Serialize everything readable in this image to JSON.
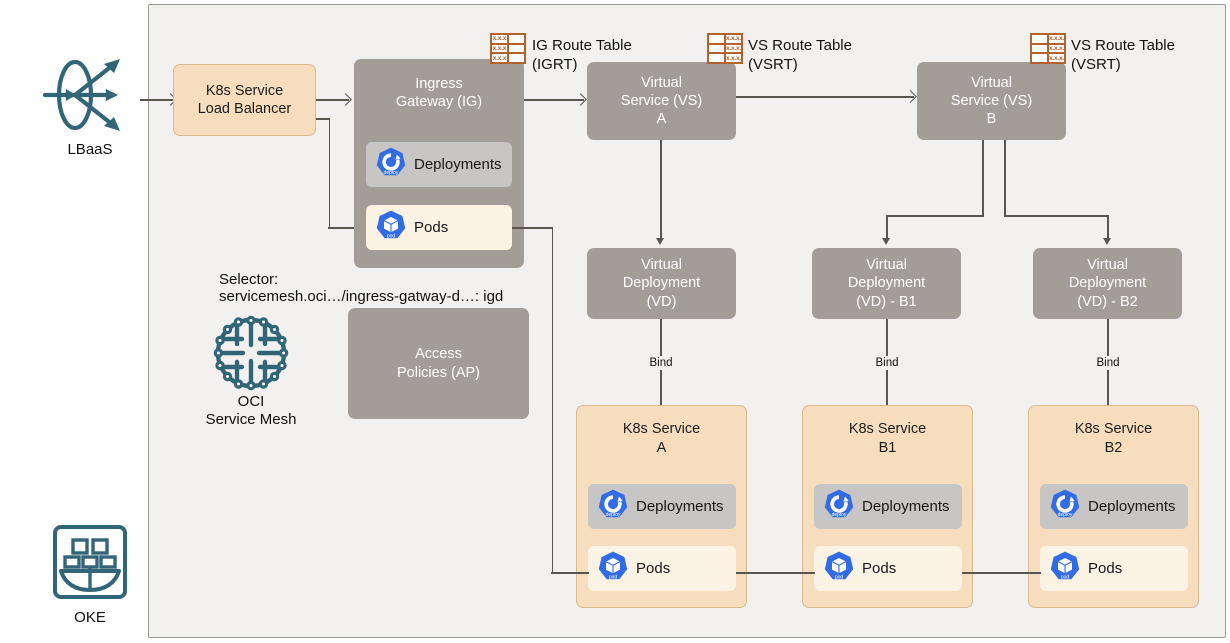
{
  "diagram": {
    "title": "OCI Service Mesh on OKE ingress architecture",
    "colors": {
      "canvas": "#ffffff",
      "cluster_fill": "#f2f1ef",
      "cluster_border": "#9d9892",
      "gray_box": "#a39d97",
      "tan_box": "#f6ddbd",
      "tan_border": "#d9b98e",
      "deploy_pill": "#c8c6c4",
      "pods_pill": "#fdf3e4",
      "line": "#58564f",
      "route_table_accent": "#b1622d",
      "k8s_blue": "#326ce5",
      "teal_icon": "#336579"
    }
  },
  "external": {
    "lbaas": {
      "label": "LBaaS",
      "icon": "load-balancer-icon"
    },
    "oke": {
      "label": "OKE",
      "icon": "oke-ship-icon"
    }
  },
  "mesh": {
    "icon": "oci-service-mesh-icon",
    "label_line1": "OCI",
    "label_line2": "Service Mesh",
    "selector_line1": "Selector:",
    "selector_line2": "servicemesh.oci…/ingress-gatway-d…: igd"
  },
  "load_balancer": {
    "line1": "K8s Service",
    "line2": "Load Balancer"
  },
  "ingress_gateway": {
    "line1": "Ingress",
    "line2": "Gateway (IG)",
    "deployments_label": "Deployments",
    "pods_label": "Pods"
  },
  "access_policies": {
    "line1": "Access",
    "line2": "Policies (AP)"
  },
  "route_tables": [
    {
      "id": "igrt",
      "cell_text": "x.x.x",
      "text_column": "left",
      "label_line1": "IG Route Table",
      "label_line2": "(IGRT)"
    },
    {
      "id": "vsrt-a",
      "cell_text": "x.x.x.",
      "text_column": "right",
      "label_line1": "VS Route Table",
      "label_line2": "(VSRT)"
    },
    {
      "id": "vsrt-b",
      "cell_text": "x.x.x.",
      "text_column": "right",
      "label_line1": "VS Route Table",
      "label_line2": "(VSRT)"
    }
  ],
  "virtual_services": [
    {
      "id": "vs-a",
      "line1": "Virtual",
      "line2": "Service (VS)",
      "line3": "A"
    },
    {
      "id": "vs-b",
      "line1": "Virtual",
      "line2": "Service (VS)",
      "line3": "B"
    }
  ],
  "virtual_deployments": [
    {
      "id": "vd-a",
      "line1": "Virtual",
      "line2": "Deployment",
      "line3": "(VD)"
    },
    {
      "id": "vd-b1",
      "line1": "Virtual",
      "line2": "Deployment",
      "line3": "(VD) - B1"
    },
    {
      "id": "vd-b2",
      "line1": "Virtual",
      "line2": "Deployment",
      "line3": "(VD) - B2"
    }
  ],
  "bind_labels": [
    "Bind",
    "Bind",
    "Bind"
  ],
  "k8s_services": [
    {
      "id": "svc-a",
      "line1": "K8s Service",
      "line2": "A",
      "deployments_label": "Deployments",
      "pods_label": "Pods"
    },
    {
      "id": "svc-b1",
      "line1": "K8s Service",
      "line2": "B1",
      "deployments_label": "Deployments",
      "pods_label": "Pods"
    },
    {
      "id": "svc-b2",
      "line1": "K8s Service",
      "line2": "B2",
      "deployments_label": "Deployments",
      "pods_label": "Pods"
    }
  ]
}
